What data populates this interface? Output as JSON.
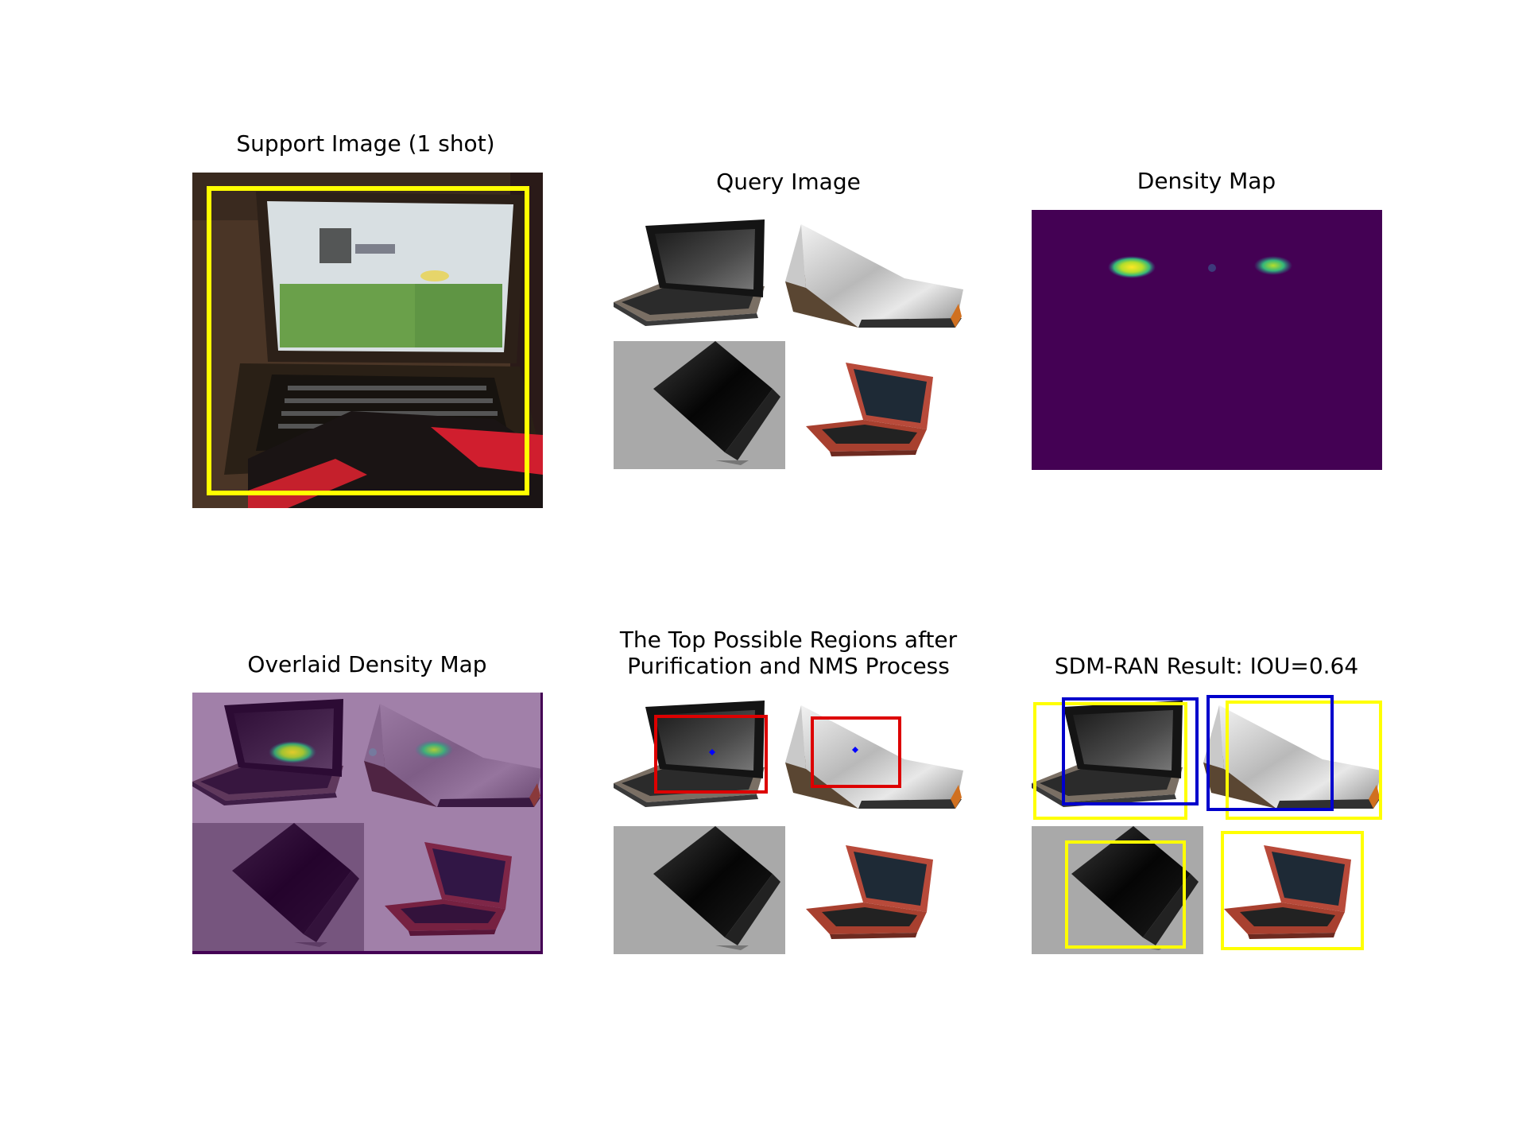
{
  "panels": {
    "support": {
      "title": "Support Image (1 shot)"
    },
    "query": {
      "title": "Query Image"
    },
    "density": {
      "title": "Density Map"
    },
    "overlaid": {
      "title": "Overlaid Density Map"
    },
    "regions": {
      "title_line1": "The Top Possible Regions after",
      "title_line2": "Purification and NMS Process"
    },
    "result": {
      "title": "SDM-RAN Result: IOU=0.64"
    }
  },
  "colors": {
    "density_bg": "#440154",
    "overlay_tint": "#a07aa8",
    "ground_truth_box": "#ffff00",
    "prediction_box": "#0000cc",
    "region_box": "#dd0000",
    "region_center": "#0000ff"
  }
}
